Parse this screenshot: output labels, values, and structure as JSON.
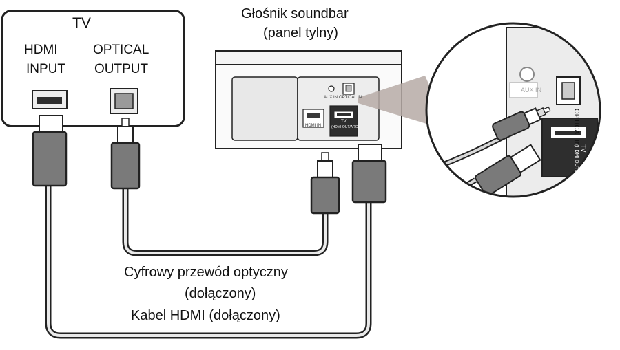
{
  "tv": {
    "title": "TV",
    "hdmi_port_label": [
      "HDMI",
      "INPUT"
    ],
    "optical_port_label": [
      "OPTICAL",
      "OUTPUT"
    ]
  },
  "soundbar": {
    "title": [
      "Głośnik soundbar",
      "(panel tylny)"
    ],
    "ports": {
      "aux_in": "AUX IN",
      "optical_in": "OPTICAL IN",
      "hdmi_in": "HDMI IN",
      "tv_hdmi_out": [
        "TV",
        "(HDMI OUT/ARC)"
      ]
    }
  },
  "zoom_inset": {
    "aux_in": "AUX IN",
    "optical_in": "OPTICAL IN",
    "tv_hdmi_out": [
      "TV",
      "(HDMI OUT/ARC)"
    ]
  },
  "cables": {
    "optical": [
      "Cyfrowy przewód optyczny",
      "(dołączony)"
    ],
    "hdmi": "Kabel HDMI (dołączony)"
  },
  "colors": {
    "plug_gray": "#7a7a7a",
    "outline": "#222222",
    "panel_gray": "#d9d9d9",
    "port_dark": "#3a3a3a"
  }
}
